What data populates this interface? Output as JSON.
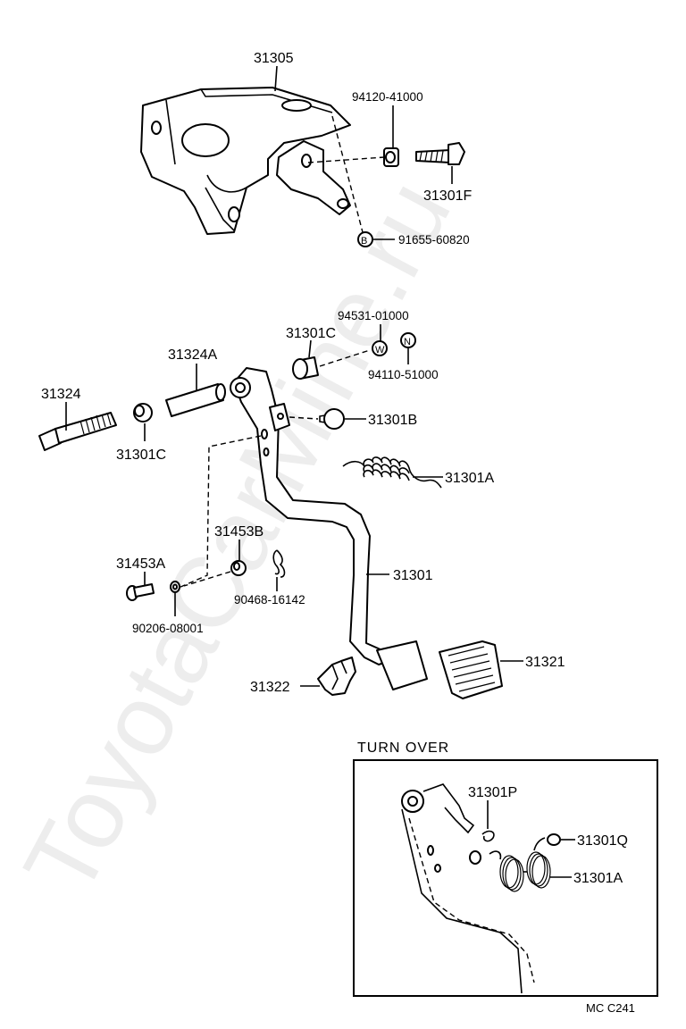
{
  "watermark": "ToyotaCarMine.ru",
  "bracket": {
    "label": "31305",
    "parts": [
      {
        "id": "94120-41000"
      },
      {
        "id": "31301F"
      },
      {
        "id": "91655-60820",
        "marker": "B"
      }
    ]
  },
  "pedal_assembly": {
    "labels": {
      "washer_w": "94531-01000",
      "marker_w": "W",
      "bushing_top": "31301C",
      "nut_n": "94110-51000",
      "marker_n": "N",
      "sleeve": "31324A",
      "bolt": "31324",
      "bushing_left": "31301C",
      "stopper": "31301B",
      "spring": "31301A",
      "lever": "31301",
      "bushing_b": "31453B",
      "pin": "31453A",
      "clip": "90468-16142",
      "washer_small": "90206-08001",
      "pad_bracket": "31322",
      "pad": "31321"
    }
  },
  "turn_over": {
    "heading": "TURN OVER",
    "labels": {
      "clip_p": "31301P",
      "cushion_q": "31301Q",
      "spring": "31301A"
    }
  },
  "diagram_ref": "MC  C241"
}
